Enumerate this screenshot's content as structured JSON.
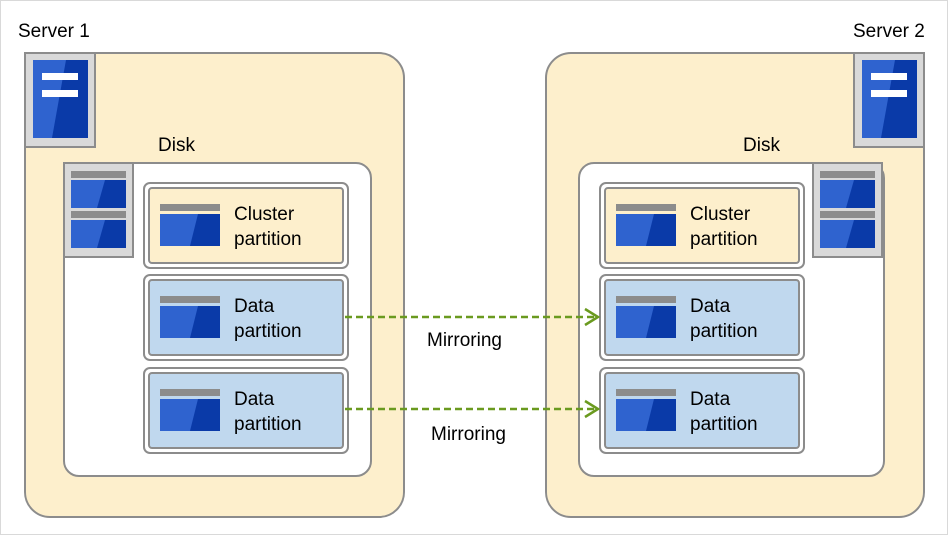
{
  "servers": [
    {
      "label": "Server 1",
      "disk_label": "Disk",
      "partitions": [
        {
          "line1": "Cluster",
          "line2": "partition"
        },
        {
          "line1": "Data",
          "line2": "partition"
        },
        {
          "line1": "Data",
          "line2": "partition"
        }
      ]
    },
    {
      "label": "Server 2",
      "disk_label": "Disk",
      "partitions": [
        {
          "line1": "Cluster",
          "line2": "partition"
        },
        {
          "line1": "Data",
          "line2": "partition"
        },
        {
          "line1": "Data",
          "line2": "partition"
        }
      ]
    }
  ],
  "links": [
    {
      "label": "Mirroring"
    },
    {
      "label": "Mirroring"
    }
  ],
  "colors": {
    "server_fill": "#fdefcc",
    "data_partition_fill": "#c0d8ee",
    "icon_blue": "#0a3aa8",
    "arrow_green": "#6a9a1f"
  }
}
